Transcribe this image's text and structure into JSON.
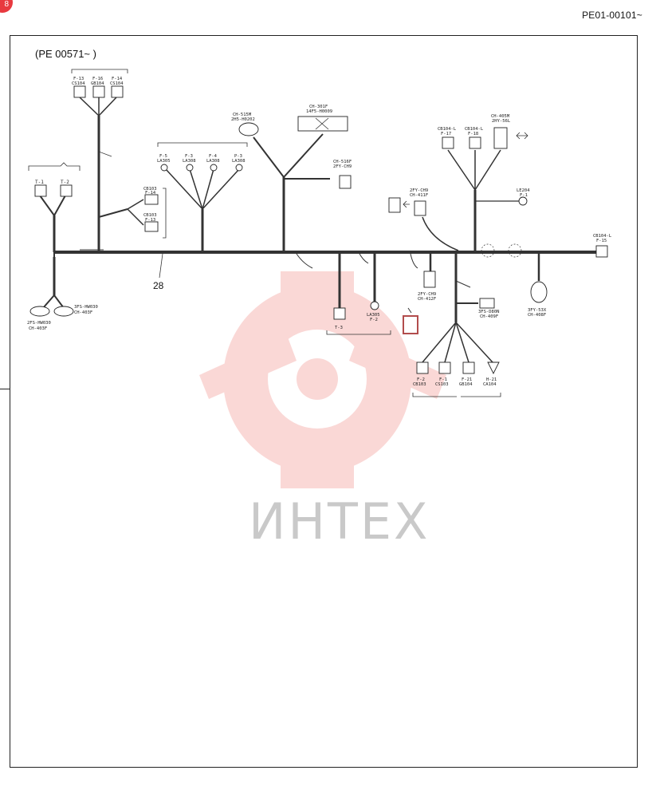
{
  "header": {
    "corner_badge": "8",
    "document_id": "PE01-00101~"
  },
  "diagram": {
    "revision_note": "(PE 00571~ )",
    "harness_number": "28",
    "watermark_brand": "ИНТЕХ",
    "connectors": {
      "f13": {
        "line1": "F-13",
        "line2": "CS104"
      },
      "f16": {
        "line1": "F-16",
        "line2": "GB104"
      },
      "f14": {
        "line1": "F-14",
        "line2": "CS104"
      },
      "t1": "T-1",
      "t2": "T-2",
      "f5": {
        "line1": "F-5",
        "line2": "LA305"
      },
      "f3": {
        "line1": "F-3",
        "line2": "LA308"
      },
      "f4": {
        "line1": "F-4",
        "line2": "LA308"
      },
      "p3": {
        "line1": "P-3",
        "line2": "LA308"
      },
      "cb103a": {
        "line1": "CB103",
        "line2": "F-14"
      },
      "cb103b": {
        "line1": "CB103",
        "line2": "F-13"
      },
      "ch515": {
        "line1": "CH-515M",
        "line2": "2H5-H0202"
      },
      "ch301": {
        "line1": "CH-301F",
        "line2": "14F5-H0009"
      },
      "ch516": {
        "line1": "CH-516F",
        "line2": "2FY-CH9"
      },
      "ch411": {
        "line1": "2FY-CH9",
        "line2": "CH-411F"
      },
      "cb104l_a": {
        "line1": "CB104-L",
        "line2": "F-17"
      },
      "cb104l_b": {
        "line1": "CB104-L",
        "line2": "F-18"
      },
      "ch405": {
        "line1": "CH-405M",
        "line2": "2HY-56L"
      },
      "le204": {
        "line1": "LE204",
        "line2": "F-1"
      },
      "cb104l_c": {
        "line1": "CB104-L",
        "line2": "F-15"
      },
      "ch412": {
        "line1": "2FY-CH9",
        "line2": "CH-412F"
      },
      "t3": "T-3",
      "la305": {
        "line1": "LA305",
        "line2": "F-2"
      },
      "ch409": {
        "line1": "3FS-D80N",
        "line2": "CH-409F"
      },
      "ch408": {
        "line1": "3FY-53X",
        "line2": "CH-408F"
      },
      "f2": {
        "line1": "F-2",
        "line2": "CB103"
      },
      "f1": {
        "line1": "F-1",
        "line2": "CS103"
      },
      "f21": {
        "line1": "F-21",
        "line2": "GB104"
      },
      "h21": {
        "line1": "H-21",
        "line2": "CA104"
      },
      "ch403": {
        "line1": "2FS-HW030",
        "line2": "CH-403F"
      },
      "ch403b": {
        "line1": "3FS-HW030",
        "line2": "CH-403F"
      }
    }
  }
}
